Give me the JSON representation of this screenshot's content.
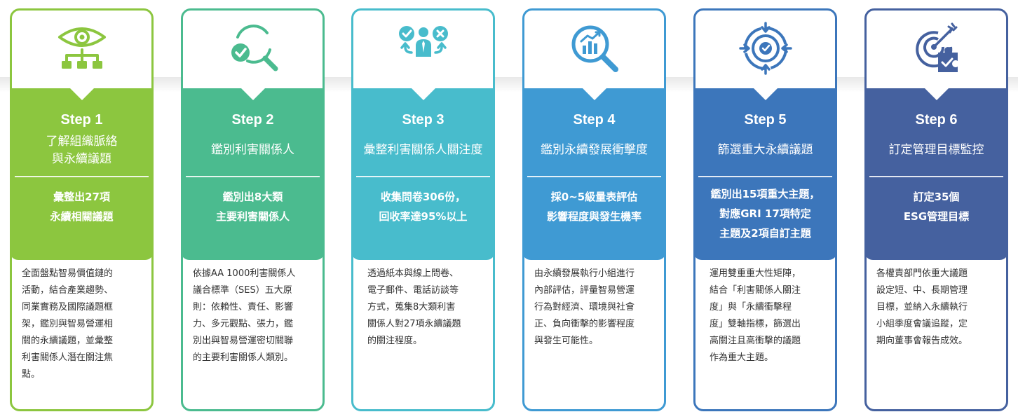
{
  "steps": [
    {
      "step": "Step 1",
      "title_lines": [
        "了解組織脈絡",
        "與永續議題"
      ],
      "sub_lines": [
        "彙整出27項",
        "永續相關議題"
      ],
      "desc_lines": [
        "全面盤點智易價值鏈的",
        "活動，結合產業趨勢、",
        "同業實務及國際議題框",
        "架，鑑別與智易營運相",
        "關的永續議題，並彙整",
        "利害關係人潛在關注焦",
        "點。"
      ],
      "color": "#8cc63f",
      "icon": "eye-network-icon"
    },
    {
      "step": "Step 2",
      "title_lines": [
        "鑑別利害關係人"
      ],
      "sub_lines": [
        "鑑別出8大類",
        "主要利害關係人"
      ],
      "desc_lines": [
        "依據AA 1000利害關係人",
        "議合標準（SES）五大原",
        "則：依賴性、責任、影響",
        "力、多元觀點、張力，鑑",
        "別出與智易營運密切關聯",
        "的主要利害關係人類別。"
      ],
      "color": "#4bbb8f",
      "icon": "magnifier-check-icon"
    },
    {
      "step": "Step 3",
      "title_lines": [
        "彙整利害關係人關注度"
      ],
      "sub_lines": [
        "收集問卷306份，",
        "回收率達95%以上"
      ],
      "desc_lines": [
        "透過紙本與線上問卷、",
        "電子郵件、電話訪談等",
        "方式，蒐集8大類利害",
        "關係人對27項永續議題",
        "的關注程度。"
      ],
      "color": "#48bccc",
      "icon": "person-choice-icon"
    },
    {
      "step": "Step 4",
      "title_lines": [
        "鑑別永續發展衝擊度"
      ],
      "sub_lines": [
        "採0~5級量表評估",
        "影響程度與發生機率"
      ],
      "desc_lines": [
        "由永續發展執行小組進行",
        "內部評估，評量智易營運",
        "行為對經濟、環境與社會",
        "正、負向衝擊的影響程度",
        "與發生可能性。"
      ],
      "color": "#3f9ad3",
      "icon": "magnifier-chart-icon"
    },
    {
      "step": "Step 5",
      "title_lines": [
        "篩選重大永續議題"
      ],
      "sub_lines": [
        "鑑別出15項重大主題，",
        "對應GRI 17項特定",
        "主題及2項自訂主題"
      ],
      "desc_lines": [
        "運用雙重重大性矩陣，",
        "結合「利害關係人關注",
        "度」與「永續衝擊程",
        "度」雙軸指標，篩選出",
        "高關注且高衝擊的議題",
        "作為重大主題。"
      ],
      "color": "#3c76bb",
      "icon": "target-arrows-icon"
    },
    {
      "step": "Step 6",
      "title_lines": [
        "訂定管理目標監控"
      ],
      "sub_lines": [
        "訂定35個",
        "ESG管理目標"
      ],
      "desc_lines": [
        "各權責部門依重大議題",
        "設定短、中、長期管理",
        "目標，並納入永續執行",
        "小組季度會議追蹤，定",
        "期向董事會報告成效。"
      ],
      "color": "#45619f",
      "icon": "target-puzzle-icon"
    }
  ]
}
